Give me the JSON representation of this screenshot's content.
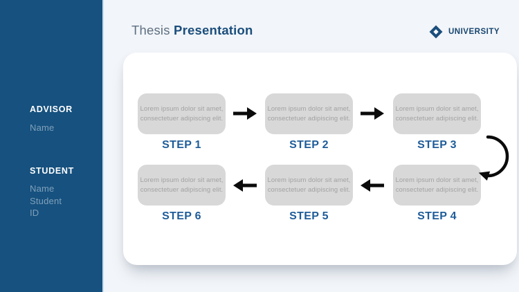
{
  "header": {
    "title_regular": "Thesis",
    "title_bold": "Presentation",
    "logo_text": "UNIVERSITY"
  },
  "sidebar": {
    "advisor_heading": "ADVISOR",
    "advisor_name": "Name",
    "student_heading": "STUDENT",
    "student_lines": [
      "Name",
      "Student",
      "ID"
    ]
  },
  "diagram": {
    "placeholder_line1": "Lorem ipsum dolor sit amet,",
    "placeholder_line2": "consectetuer adipiscing elit.",
    "steps": [
      {
        "label": "STEP 1"
      },
      {
        "label": "STEP 2"
      },
      {
        "label": "STEP 3"
      },
      {
        "label": "STEP 4"
      },
      {
        "label": "STEP 5"
      },
      {
        "label": "STEP 6"
      }
    ]
  },
  "colors": {
    "sidebar_blue": "#16517F",
    "accent_blue": "#1E5C99",
    "title_dark": "#1B4E7C",
    "box_gray": "#D8D8D8",
    "background": "#F2F5F9",
    "arrow_black": "#0B0B0B"
  }
}
